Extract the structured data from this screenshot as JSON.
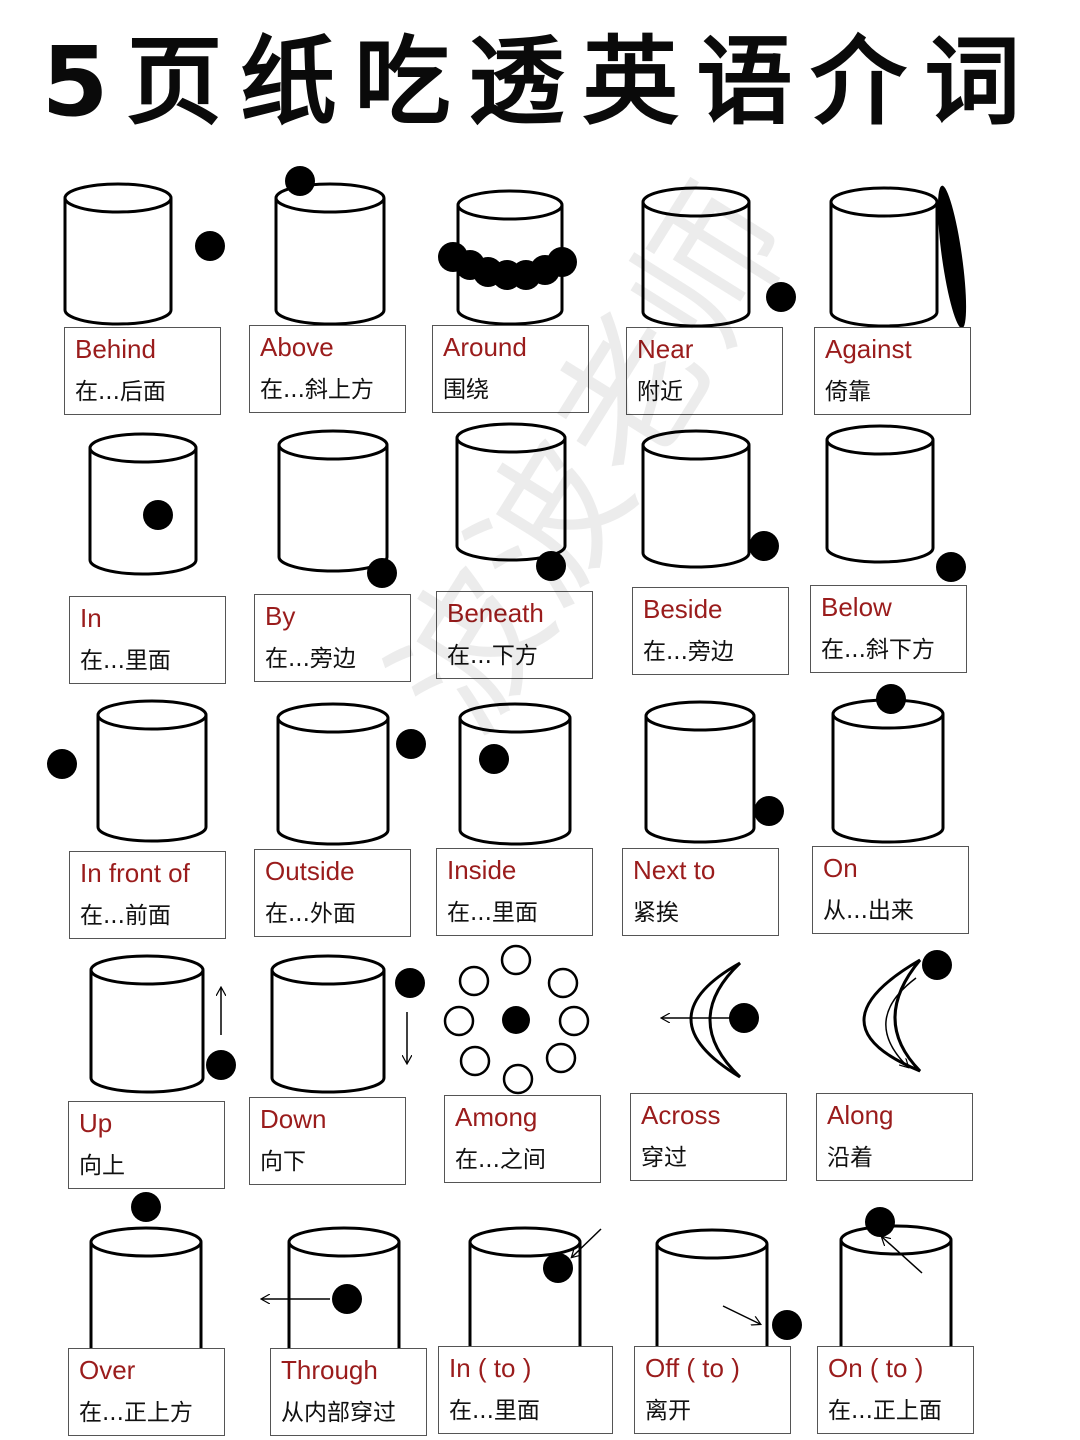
{
  "title": "5页纸吃透英语介词",
  "watermark": "波波老师",
  "colors": {
    "english_label": "#9a1c1c",
    "chinese_label": "#111111",
    "ball": "#000000"
  },
  "items": [
    {
      "en": "Behind",
      "zh": "在...后面"
    },
    {
      "en": "Above",
      "zh": "在...斜上方"
    },
    {
      "en": "Around",
      "zh": "围绕"
    },
    {
      "en": "Near",
      "zh": "附近"
    },
    {
      "en": "Against",
      "zh": "倚靠"
    },
    {
      "en": "In",
      "zh": "在...里面"
    },
    {
      "en": "By",
      "zh": "在...旁边"
    },
    {
      "en": "Beneath",
      "zh": "在...下方"
    },
    {
      "en": "Beside",
      "zh": "在...旁边"
    },
    {
      "en": "Below",
      "zh": "在...斜下方"
    },
    {
      "en": "In front of",
      "zh": "在...前面"
    },
    {
      "en": "Outside",
      "zh": "在...外面"
    },
    {
      "en": "Inside",
      "zh": "在...里面"
    },
    {
      "en": "Next to",
      "zh": "紧挨"
    },
    {
      "en": "On",
      "zh": "从...出来"
    },
    {
      "en": "Up",
      "zh": "向上"
    },
    {
      "en": "Down",
      "zh": "向下"
    },
    {
      "en": "Among",
      "zh": "在...之间"
    },
    {
      "en": "Across",
      "zh": "穿过"
    },
    {
      "en": "Along",
      "zh": "沿着"
    },
    {
      "en": "Over",
      "zh": "在...正上方"
    },
    {
      "en": "Through",
      "zh": "从内部穿过"
    },
    {
      "en": "In ( to )",
      "zh": "在...里面"
    },
    {
      "en": "Off ( to )",
      "zh": "离开"
    },
    {
      "en": "On ( to )",
      "zh": "在...正上面"
    }
  ]
}
